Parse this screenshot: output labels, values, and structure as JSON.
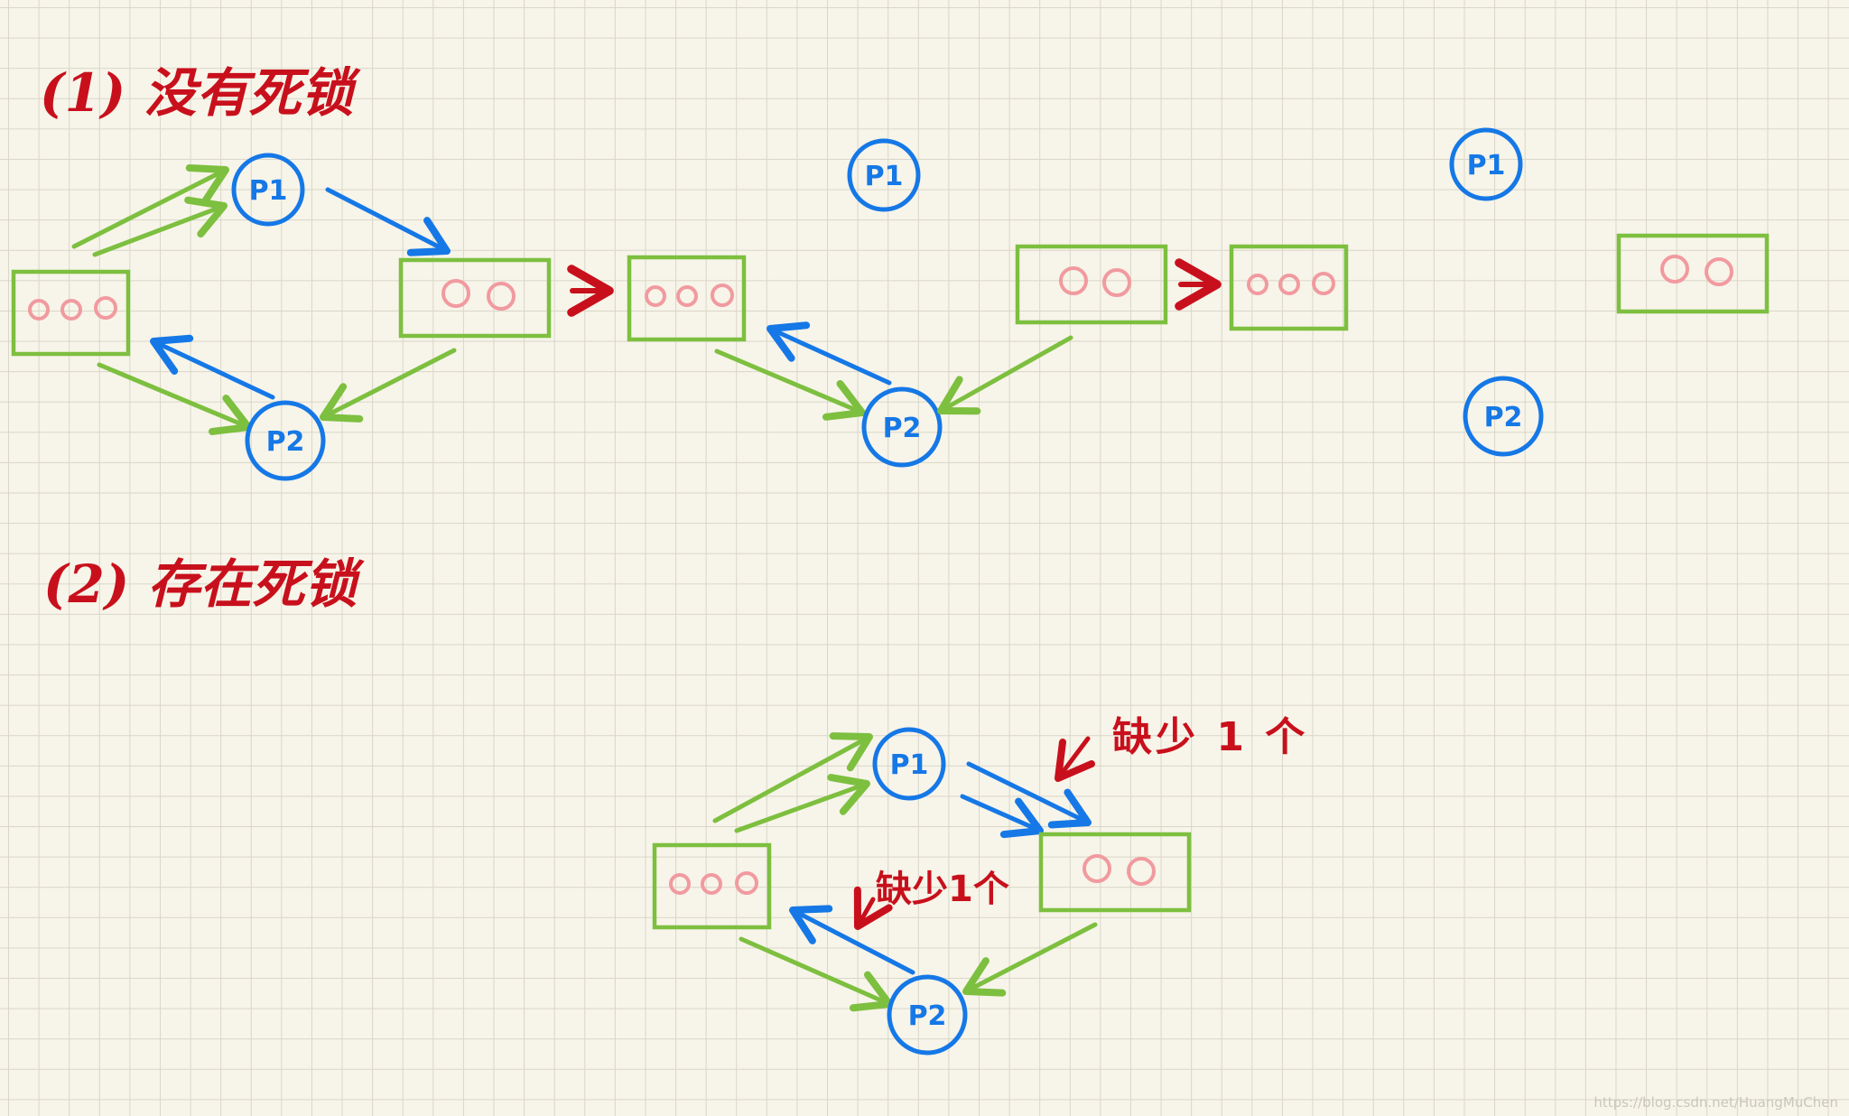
{
  "headings": {
    "no_deadlock": "(1) 没有死锁",
    "deadlock": "(2) 存在死锁"
  },
  "process_labels": {
    "p1": "P1",
    "p2": "P2"
  },
  "notes": {
    "missing_one_p1": "缺少 1 个",
    "missing_one_p2": "缺少1个"
  },
  "watermark": "https://blog.csdn.net/HuangMuChen",
  "colors": {
    "process": "#1578e6",
    "resource_box": "#7dbf3f",
    "resource_instance": "#f19a9f",
    "request_edge": "#1578e6",
    "assignment_edge": "#7dbf3f",
    "annotation": "#c8101c",
    "background": "#f7f4e9"
  },
  "resources": {
    "r1_instances": 3,
    "r2_instances": 2
  }
}
